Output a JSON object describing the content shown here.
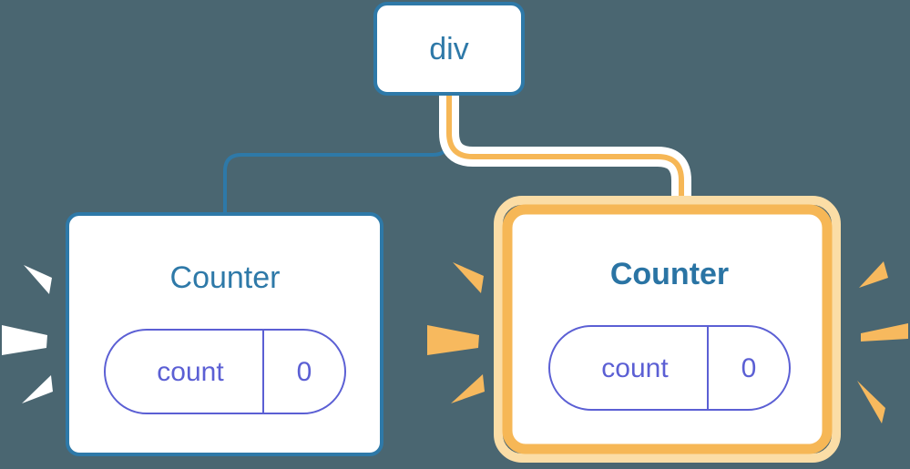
{
  "diagram": {
    "type": "component-tree",
    "title_node": "div",
    "background_color": "#4a6671",
    "colors": {
      "node_border_blue": "#2e79a8",
      "node_fill_white": "#ffffff",
      "highlight_orange": "#f6b756",
      "highlight_orange_soft": "#fbdda6",
      "prop_purple": "#5b5fd4",
      "ray_white": "#ffffff",
      "ray_orange": "#f7b95e",
      "edge_blue": "#2e79a8",
      "edge_orange": "#f6b756",
      "edge_glow_white": "#ffffff"
    },
    "nodes": [
      {
        "id": "root",
        "label": "div",
        "highlighted": false,
        "bold": false,
        "props": []
      },
      {
        "id": "counter-left",
        "label": "Counter",
        "highlighted": false,
        "bold": false,
        "burst": "white",
        "props": [
          {
            "name": "count",
            "value": "0"
          }
        ]
      },
      {
        "id": "counter-right",
        "label": "Counter",
        "highlighted": true,
        "bold": true,
        "burst": "orange",
        "props": [
          {
            "name": "count",
            "value": "0"
          }
        ]
      }
    ],
    "edges": [
      {
        "from": "root",
        "to": "counter-left",
        "color": "blue",
        "highlighted": false
      },
      {
        "from": "root",
        "to": "counter-right",
        "color": "orange",
        "highlighted": true
      }
    ]
  }
}
